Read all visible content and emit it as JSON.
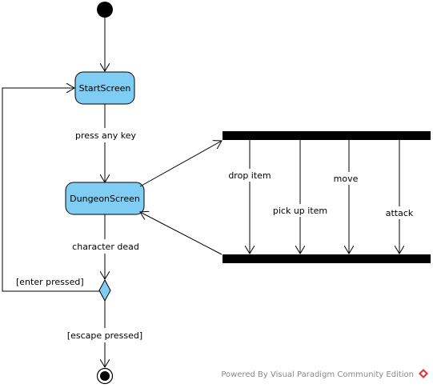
{
  "diagram": {
    "states": {
      "start_screen": "StartScreen",
      "dungeon_screen": "DungeonScreen"
    },
    "transitions": {
      "press_any_key": "press any key",
      "character_dead": "character dead",
      "enter_pressed": "[enter pressed]",
      "escape_pressed": "[escape pressed]"
    },
    "actions": [
      "drop item",
      "pick up item",
      "move",
      "attack"
    ],
    "colors": {
      "state_fill": "#7FCDF3",
      "bar": "#000000",
      "line": "#000000"
    }
  },
  "watermark": {
    "text": "Powered By Visual Paradigm Community Edition",
    "logo_icon": "visual-paradigm-logo-icon"
  }
}
